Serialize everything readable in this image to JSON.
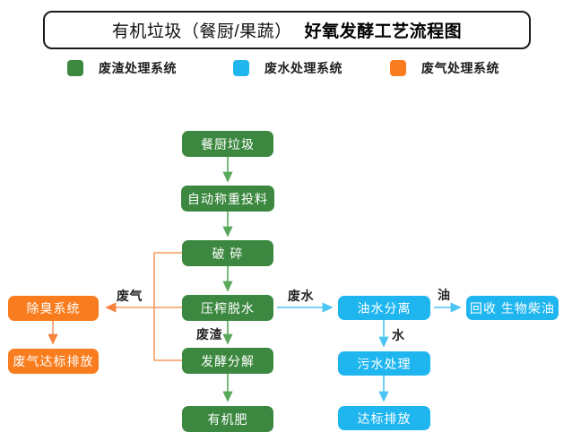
{
  "title": {
    "prefix": "有机垃圾（餐厨/果蔬）",
    "main": "好氧发酵工艺流程图"
  },
  "legend": [
    {
      "label": "废渣处理系统",
      "color": "#3c8840"
    },
    {
      "label": "废水处理系统",
      "color": "#1fb6f0"
    },
    {
      "label": "废气处理系统",
      "color": "#f97d1e"
    }
  ],
  "nodes": {
    "kitchen_waste": "餐厨垃圾",
    "auto_weigh_feed": "自动称重投料",
    "crush": "破 碎",
    "press_dewater": "压榨脱水",
    "ferment_decompose": "发酵分解",
    "organic_fertilizer": "有机肥",
    "deodorize_system": "除臭系统",
    "gas_standard_discharge": "废气达标排放",
    "oil_water_separation": "油水分离",
    "biodiesel_recycle": "回收 生物柴油",
    "sewage_treatment": "污水处理",
    "standard_discharge": "达标排放"
  },
  "edge_labels": {
    "waste_gas": "废气",
    "waste_water": "废水",
    "waste_residue": "废渣",
    "oil": "油",
    "water": "水"
  },
  "colors": {
    "node_green": "#3c8840",
    "node_blue": "#1fb6f0",
    "node_orange": "#f97d1e",
    "line_green": "#58a95c",
    "line_blue": "#4cc4f4",
    "line_orange": "#f79a60"
  }
}
